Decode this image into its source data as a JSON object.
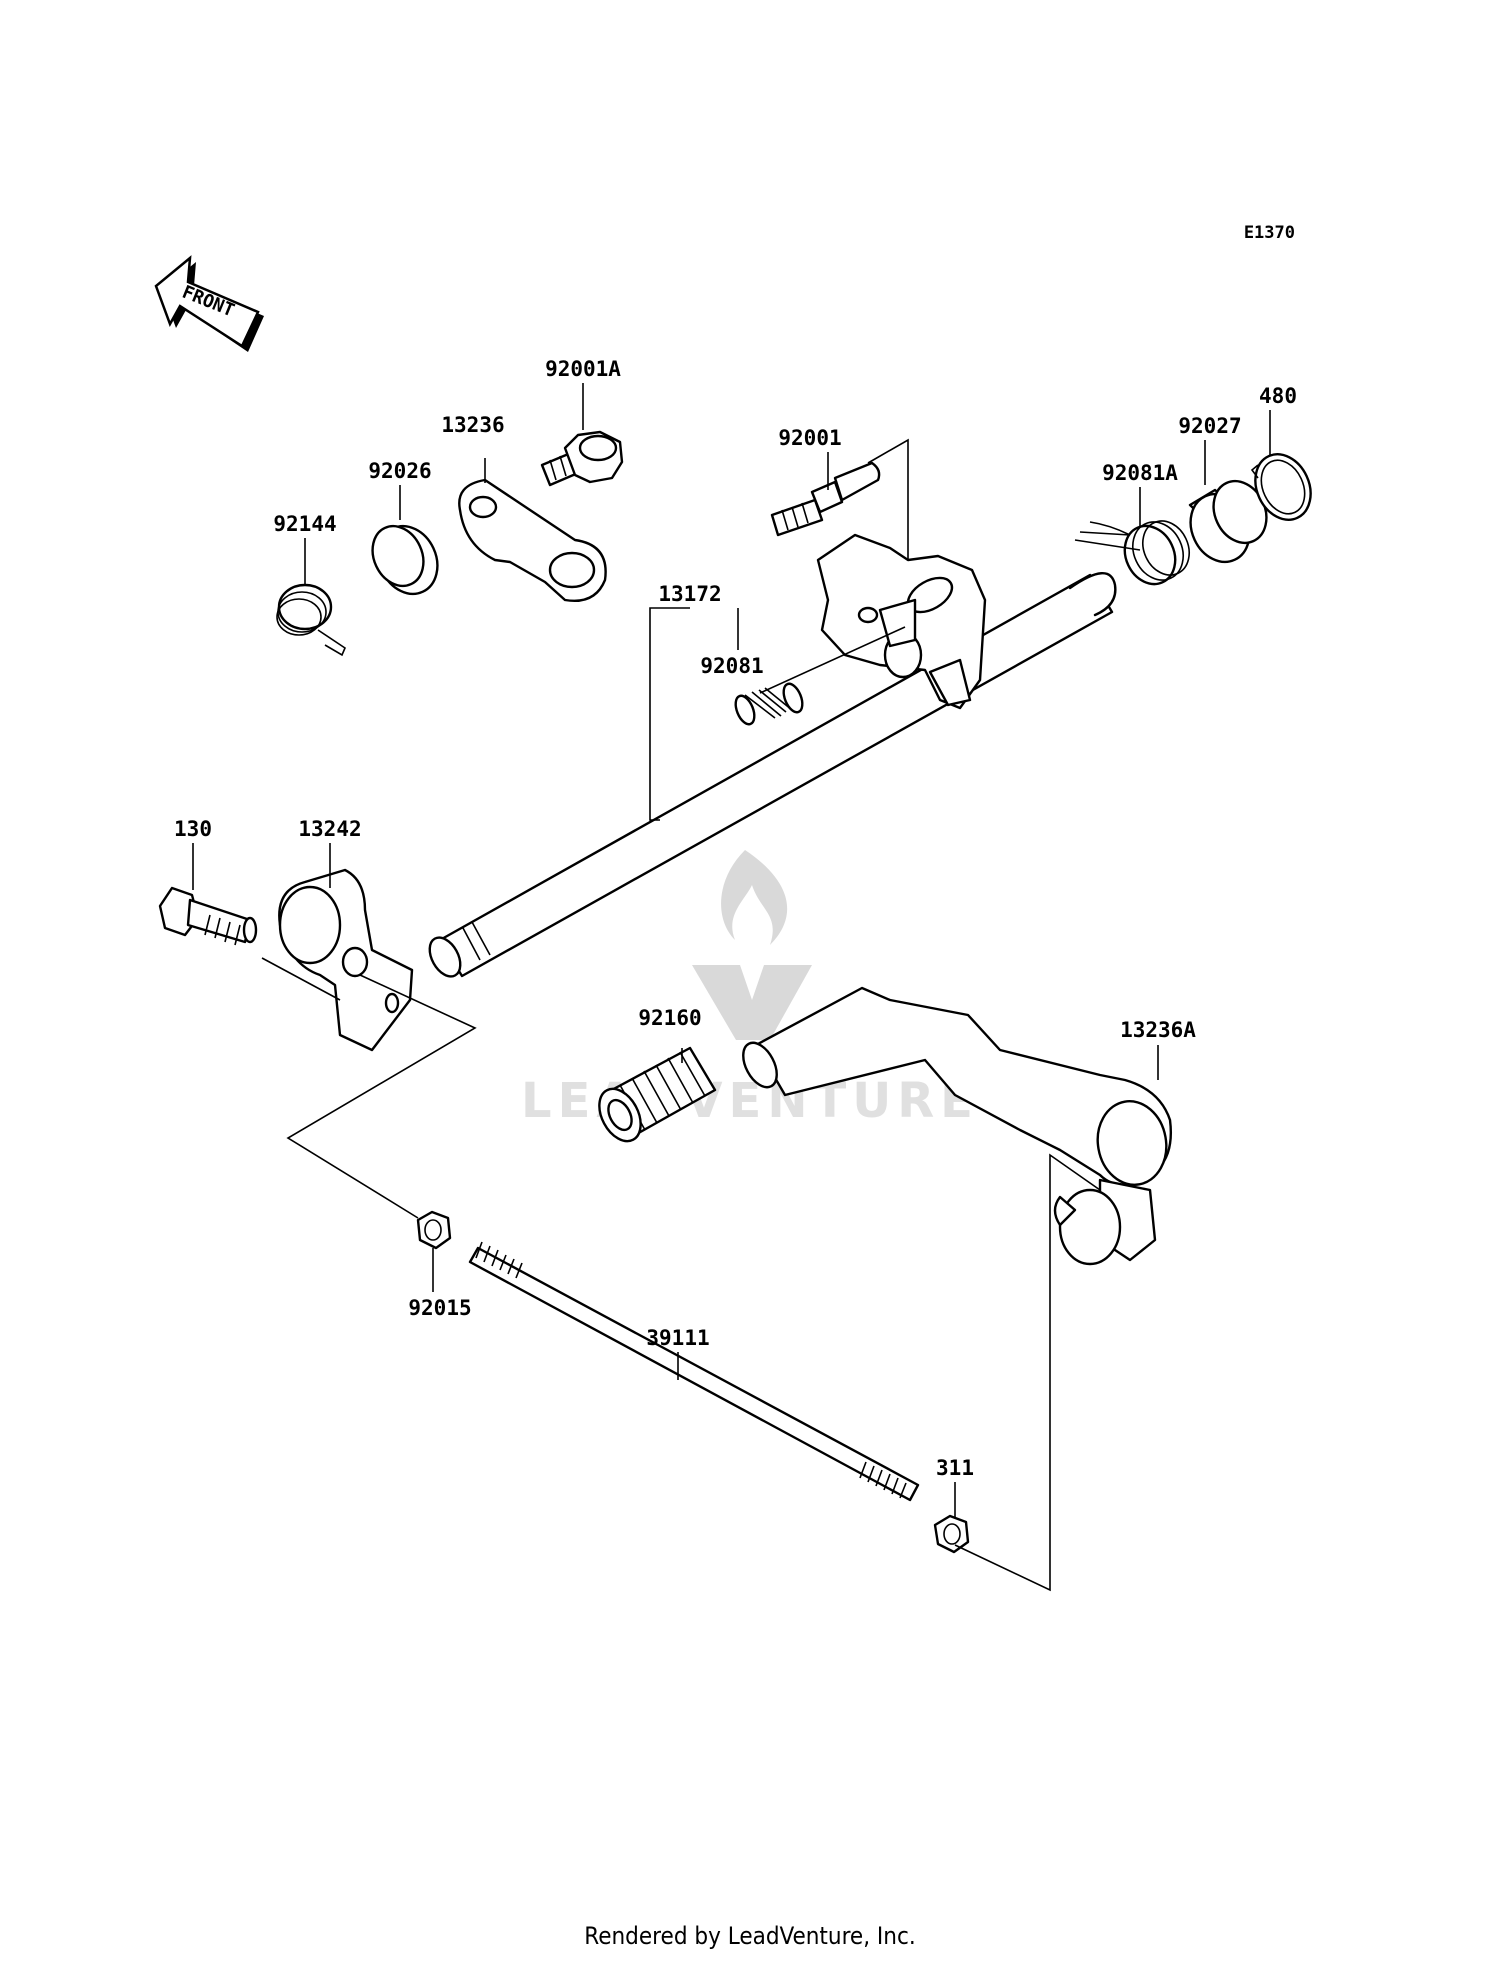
{
  "diagram_code": "E1370",
  "front_arrow_label": "FRONT",
  "watermark_text": "LEADVENTURE",
  "footer": "Rendered by LeadVenture, Inc.",
  "parts": [
    {
      "id": "92001A",
      "label": "92001A"
    },
    {
      "id": "13236",
      "label": "13236"
    },
    {
      "id": "92026",
      "label": "92026"
    },
    {
      "id": "92144",
      "label": "92144"
    },
    {
      "id": "92001",
      "label": "92001"
    },
    {
      "id": "13172",
      "label": "13172"
    },
    {
      "id": "92081",
      "label": "92081"
    },
    {
      "id": "92081A",
      "label": "92081A"
    },
    {
      "id": "92027",
      "label": "92027"
    },
    {
      "id": "480",
      "label": "480"
    },
    {
      "id": "130",
      "label": "130"
    },
    {
      "id": "13242",
      "label": "13242"
    },
    {
      "id": "92160",
      "label": "92160"
    },
    {
      "id": "13236A",
      "label": "13236A"
    },
    {
      "id": "92015",
      "label": "92015"
    },
    {
      "id": "39111",
      "label": "39111"
    },
    {
      "id": "311",
      "label": "311"
    }
  ]
}
